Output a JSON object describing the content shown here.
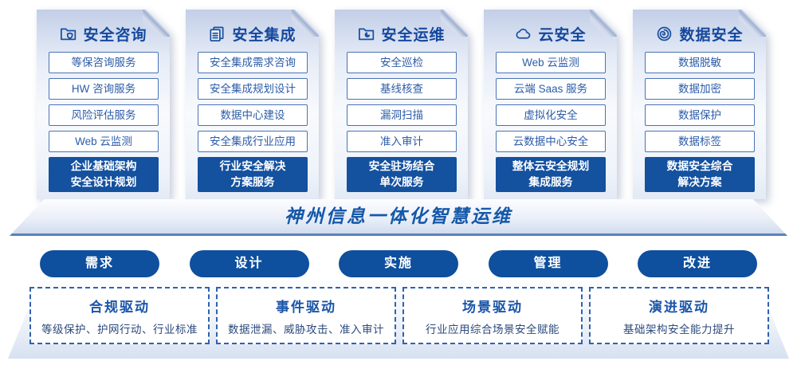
{
  "columns": [
    {
      "title": "安全咨询",
      "icon": "folder-shield-icon",
      "items": [
        "等保咨询服务",
        "HW 咨询服务",
        "风险评估服务",
        "Web 云监测"
      ],
      "highlight": [
        "企业基础架构",
        "安全设计规划"
      ]
    },
    {
      "title": "安全集成",
      "icon": "stacked-docs-icon",
      "items": [
        "安全集成需求咨询",
        "安全集成规划设计",
        "数据中心建设",
        "安全集成行业应用"
      ],
      "highlight": [
        "行业安全解决",
        "方案服务"
      ]
    },
    {
      "title": "安全运维",
      "icon": "folder-chart-icon",
      "items": [
        "安全巡检",
        "基线核查",
        "漏洞扫描",
        "准入审计"
      ],
      "highlight": [
        "安全驻场结合",
        "单次服务"
      ]
    },
    {
      "title": "云安全",
      "icon": "cloud-icon",
      "items": [
        "Web 云监测",
        "云端 Saas 服务",
        "虚拟化安全",
        "云数据中心安全"
      ],
      "highlight": [
        "整体云安全规划",
        "集成服务"
      ]
    },
    {
      "title": "数据安全",
      "icon": "data-spiral-icon",
      "items": [
        "数据脱敏",
        "数据加密",
        "数据保护",
        "数据标签"
      ],
      "highlight": [
        "数据安全综合",
        "解决方案"
      ]
    }
  ],
  "banner": {
    "title": "神州信息一体化智慧运维"
  },
  "phases": [
    "需求",
    "设计",
    "实施",
    "管理",
    "改进"
  ],
  "drivers": [
    {
      "title": "合规驱动",
      "desc": "等级保护、护网行动、行业标准"
    },
    {
      "title": "事件驱动",
      "desc": "数据泄漏、威胁攻击、准入审计"
    },
    {
      "title": "场景驱动",
      "desc": "行业应用综合场景安全赋能"
    },
    {
      "title": "演进驱动",
      "desc": "基础架构安全能力提升"
    }
  ],
  "colors": {
    "primary_blue": "#14519f",
    "title_blue": "#15489d",
    "item_border": "#4a73b4",
    "banner_text": "#1458a9",
    "dashed_border": "#2f63ad"
  }
}
